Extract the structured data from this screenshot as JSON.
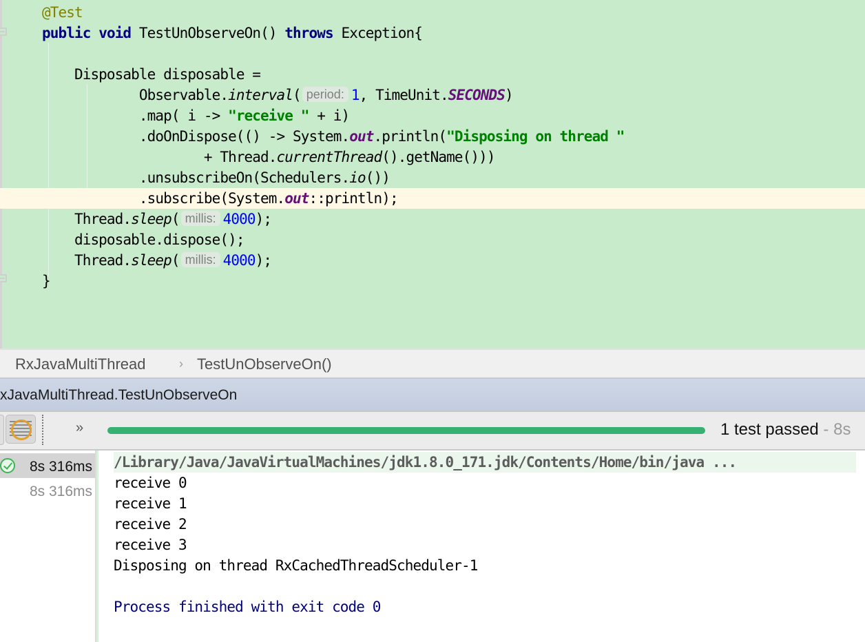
{
  "editor": {
    "code_lines": [
      {
        "indent": "    ",
        "parts": [
          {
            "t": "@Test",
            "c": "ann"
          }
        ]
      },
      {
        "indent": "    ",
        "parts": [
          {
            "t": "public",
            "c": "kw"
          },
          {
            "t": " "
          },
          {
            "t": "void",
            "c": "kw"
          },
          {
            "t": " TestUnObserveOn() "
          },
          {
            "t": "throws",
            "c": "kw"
          },
          {
            "t": " Exception{"
          }
        ]
      },
      {
        "indent": "",
        "parts": []
      },
      {
        "indent": "        ",
        "parts": [
          {
            "t": "Disposable disposable ="
          }
        ]
      },
      {
        "indent": "                ",
        "parts": [
          {
            "t": "Observable."
          },
          {
            "t": "interval",
            "c": "ital"
          },
          {
            "t": "("
          },
          {
            "hint": "period:"
          },
          {
            "t": "1",
            "c": "num"
          },
          {
            "t": ", TimeUnit."
          },
          {
            "t": "SECONDS",
            "c": "static-field"
          },
          {
            "t": ")"
          }
        ]
      },
      {
        "indent": "                ",
        "parts": [
          {
            "t": ".map( i -> "
          },
          {
            "t": "\"receive \"",
            "c": "str"
          },
          {
            "t": " + i)"
          }
        ]
      },
      {
        "indent": "                ",
        "parts": [
          {
            "t": ".doOnDispose(() -> System."
          },
          {
            "t": "out",
            "c": "static-field"
          },
          {
            "t": ".println("
          },
          {
            "t": "\"Disposing on thread \"",
            "c": "str"
          }
        ]
      },
      {
        "indent": "                        ",
        "parts": [
          {
            "t": "+ Thread."
          },
          {
            "t": "currentThread",
            "c": "ital"
          },
          {
            "t": "().getName()))"
          }
        ]
      },
      {
        "indent": "                ",
        "parts": [
          {
            "t": ".unsubscribeOn(Schedulers."
          },
          {
            "t": "io",
            "c": "ital"
          },
          {
            "t": "())"
          }
        ]
      },
      {
        "indent": "                ",
        "current": true,
        "parts": [
          {
            "t": ".subscribe(System."
          },
          {
            "t": "out",
            "c": "static-field"
          },
          {
            "t": "::println);"
          }
        ]
      },
      {
        "indent": "        ",
        "parts": [
          {
            "t": "Thread."
          },
          {
            "t": "sleep",
            "c": "ital"
          },
          {
            "t": "("
          },
          {
            "hint": "millis:"
          },
          {
            "t": "4000",
            "c": "num"
          },
          {
            "t": ");"
          }
        ]
      },
      {
        "indent": "        ",
        "parts": [
          {
            "t": "disposable.dispose();"
          }
        ]
      },
      {
        "indent": "        ",
        "parts": [
          {
            "t": "Thread."
          },
          {
            "t": "sleep",
            "c": "ital"
          },
          {
            "t": "("
          },
          {
            "hint": "millis:"
          },
          {
            "t": "4000",
            "c": "num"
          },
          {
            "t": ");"
          }
        ]
      },
      {
        "indent": "    ",
        "parts": [
          {
            "t": "}"
          }
        ]
      }
    ]
  },
  "breadcrumb": {
    "class_name": "RxJavaMultiThread",
    "separator": "›",
    "method_name": "TestUnObserveOn()"
  },
  "run_window": {
    "title": "xJavaMultiThread.TestUnObserveOn",
    "toolbar": {
      "more_label": "»",
      "progress_percent": 100,
      "progress_color": "#36b171",
      "status_text": "1 test passed",
      "status_suffix": " - 8s"
    },
    "test_tree": [
      {
        "time": "8s 316ms",
        "status": "passed",
        "selected": true
      },
      {
        "time": "8s 316ms",
        "status": "none",
        "selected": false
      }
    ],
    "console": {
      "command": "/Library/Java/JavaVirtualMachines/jdk1.8.0_171.jdk/Contents/Home/bin/java ...",
      "output": [
        "receive 0",
        "receive 1",
        "receive 2",
        "receive 3",
        "Disposing on thread RxCachedThreadScheduler-1"
      ],
      "exit_message": "Process finished with exit code 0"
    }
  },
  "colors": {
    "editor_bg": "#c7ebcb",
    "current_line_bg": "#fef8e5",
    "keyword": "#000080",
    "string": "#008000",
    "number": "#0000ff",
    "annotation": "#808000",
    "static_field": "#660e7a",
    "exit_text": "#000080"
  }
}
